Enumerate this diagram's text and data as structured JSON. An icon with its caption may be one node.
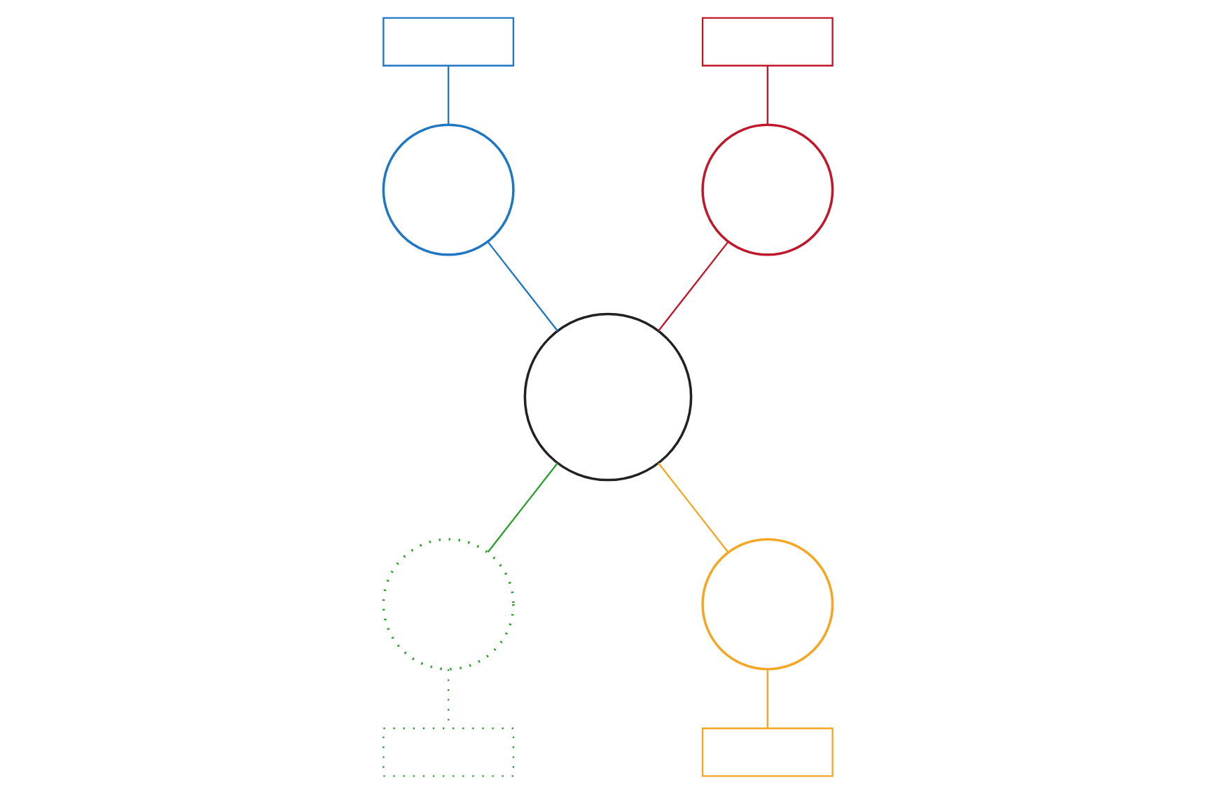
{
  "diagram": {
    "nodes": [
      {
        "text": [],
        "shape": "box"
      },
      {
        "text": [],
        "shape": "box"
      },
      {
        "text": [],
        "shape": "circle"
      },
      {
        "text": [],
        "shape": "circle"
      },
      {
        "text": [],
        "shape": "circle"
      },
      {
        "text": [],
        "shape": "circle"
      },
      {
        "text": [],
        "shape": "circle"
      },
      {
        "text": [],
        "shape": "box"
      },
      {
        "text": [],
        "shape": "box"
      }
    ],
    "edges": [
      {
        "from": 0,
        "to": 2,
        "arrow": "none",
        "color": "#1f77c4"
      },
      {
        "from": 1,
        "to": 3,
        "arrow": "none",
        "color": "#c0182a"
      },
      {
        "from": 2,
        "to": 4,
        "arrow": "none",
        "color": "#1f77c4"
      },
      {
        "from": 3,
        "to": 4,
        "arrow": "none",
        "color": "#c0182a"
      },
      {
        "from": 4,
        "to": 5,
        "arrow": "none",
        "color": "#2ca02c"
      },
      {
        "from": 4,
        "to": 6,
        "arrow": "none",
        "color": "#f5a623"
      },
      {
        "from": 5,
        "to": 7,
        "arrow": "none",
        "style": "dashed",
        "color": "#2ca02c"
      },
      {
        "from": 6,
        "to": 8,
        "arrow": "none",
        "color": "#f5a623"
      }
    ]
  }
}
